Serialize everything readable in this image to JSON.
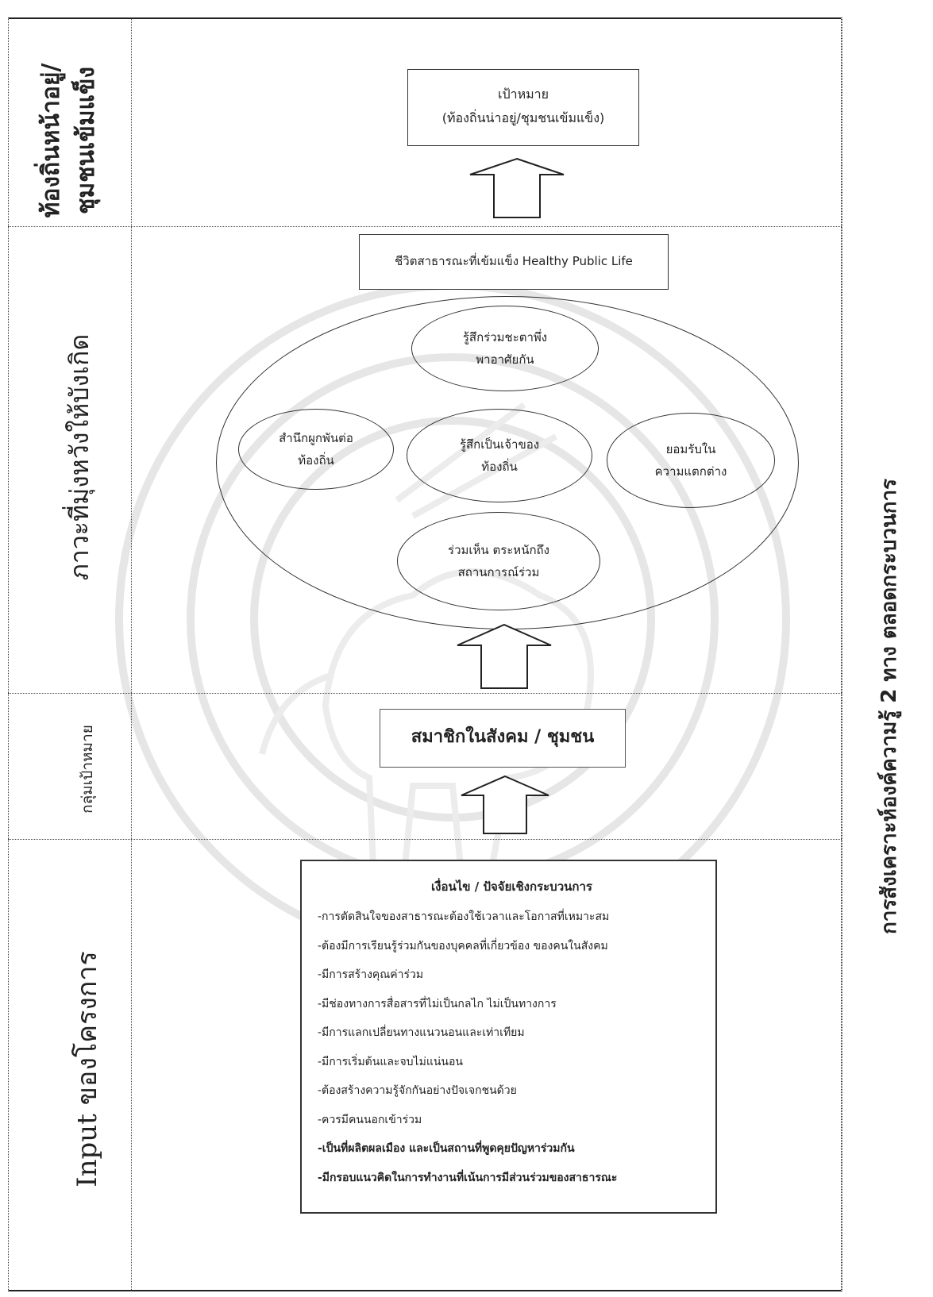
{
  "left_labels": {
    "goal": [
      "ท้องถิ่นหน้าอยู่/",
      "ชุมชนเข้มแข็ง"
    ],
    "desired_state": "ภาวะที่มุ่งหวังให้บังเกิด",
    "target_group": "กลุ่มเป้าหมาย",
    "input": "Input ของโครงการ"
  },
  "right_label": "การสังเคราะห์องค์ความรู้ 2 ทาง ตลอดกระบวนการ",
  "goal_box": {
    "line1": "เป้าหมาย",
    "line2": "(ท้องถิ่นน่าอยู่/ชุมชนเข้มแข็ง)"
  },
  "healthy_public_life": "ชีวิตสาธารณะที่เข้มแข็ง Healthy Public Life",
  "ellipses": {
    "top": [
      "รู้สึกร่วมชะตาพึ่ง",
      "พาอาศัยกัน"
    ],
    "left": [
      "สำนึกผูกพันต่อ",
      "ท้องถิ่น"
    ],
    "center": [
      "รู้สึกเป็นเจ้าของ",
      "ท้องถิ่น"
    ],
    "right": [
      "ยอมรับใน",
      "ความแตกต่าง"
    ],
    "bottom": [
      "ร่วมเห็น ตระหนักถึง",
      "สถานการณ์ร่วม"
    ]
  },
  "members_box": "สมาชิกในสังคม / ชุมชน",
  "conditions": {
    "title": "เงื่อนไข / ปัจจัยเชิงกระบวนการ",
    "items": [
      "-การตัดสินใจของสาธารณะต้องใช้เวลาและโอกาสที่เหมาะสม",
      "-ต้องมีการเรียนรู้ร่วมกันของบุคคลที่เกี่ยวข้อง  ของคนในสังคม",
      "-มีการสร้างคุณค่าร่วม",
      "-มีช่องทางการสื่อสารที่ไม่เป็นกลไก ไม่เป็นทางการ",
      "-มีการแลกเปลี่ยนทางแนวนอนและเท่าเทียม",
      "-มีการเริ่มต้นและจบไม่แน่นอน",
      "-ต้องสร้างความรู้จักกันอย่างปัจเจกชนด้วย",
      "-ควรมีคนนอกเข้าร่วม",
      "-เป็นที่ผลิตผลเมือง และเป็นสถานที่พูดคุยปัญหาร่วมกัน",
      "-มีกรอบแนวคิดในการทำงานที่เน้นการมีส่วนร่วมของสาธารณะ"
    ]
  }
}
